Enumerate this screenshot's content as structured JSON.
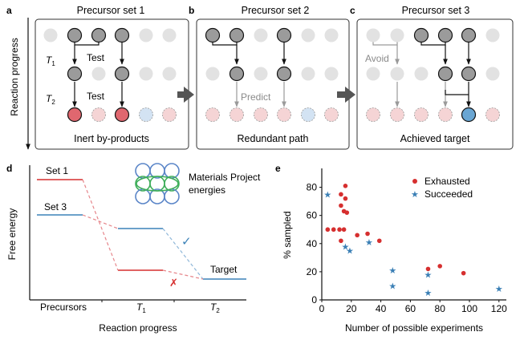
{
  "panel_a": {
    "letter": "a",
    "title": "Precursor set 1",
    "row1_label": "T",
    "row1_sub": "1",
    "row2_label": "T",
    "row2_sub": "2",
    "test1": "Test",
    "test2": "Test",
    "caption": "Inert by-products"
  },
  "panel_b": {
    "letter": "b",
    "title": "Precursor set 2",
    "predict": "Predict",
    "caption": "Redundant path"
  },
  "panel_c": {
    "letter": "c",
    "title": "Precursor set 3",
    "avoid": "Avoid",
    "caption": "Achieved target"
  },
  "progress_axis_label": "Reaction progress",
  "panel_d": {
    "letter": "d",
    "set1": "Set 1",
    "set3": "Set 3",
    "mp_line1": "Materials Project",
    "mp_line2": "energies",
    "target": "Target",
    "ylabel": "Free energy",
    "xlabel": "Reaction progress",
    "tick_precursors": "Precursors",
    "tick_t1": "T",
    "tick_t1_sub": "1",
    "tick_t2": "T",
    "tick_t2_sub": "2",
    "check_mark": "✓",
    "cross_mark": "✗",
    "colors": {
      "set1": "#d62f2f",
      "set3": "#3b82b8"
    }
  },
  "panel_e": {
    "letter": "e"
  },
  "chart_data": {
    "type": "scatter",
    "xlabel": "Number of possible experiments",
    "ylabel": "% sampled",
    "xlim": [
      0,
      125
    ],
    "ylim": [
      0,
      90
    ],
    "xticks": [
      0,
      20,
      40,
      60,
      80,
      100,
      120
    ],
    "yticks": [
      0,
      20,
      40,
      60,
      80
    ],
    "legend_position": "top-right",
    "series": [
      {
        "name": "Exhausted",
        "marker": "circle",
        "color": "#d62f2f",
        "points": [
          [
            4,
            50
          ],
          [
            8,
            50
          ],
          [
            12,
            50
          ],
          [
            13,
            75
          ],
          [
            13,
            67
          ],
          [
            13,
            42
          ],
          [
            15,
            63
          ],
          [
            15,
            50
          ],
          [
            16,
            81
          ],
          [
            16,
            72
          ],
          [
            17,
            62
          ],
          [
            24,
            46
          ],
          [
            31,
            47
          ],
          [
            39,
            42
          ],
          [
            72,
            22
          ],
          [
            80,
            24
          ],
          [
            96,
            19
          ]
        ]
      },
      {
        "name": "Succeeded",
        "marker": "star",
        "color": "#3a7fb5",
        "points": [
          [
            4,
            75
          ],
          [
            16,
            38
          ],
          [
            19,
            35
          ],
          [
            32,
            41
          ],
          [
            48,
            21
          ],
          [
            48,
            10
          ],
          [
            72,
            5
          ],
          [
            72,
            18
          ],
          [
            120,
            8
          ]
        ]
      }
    ]
  }
}
